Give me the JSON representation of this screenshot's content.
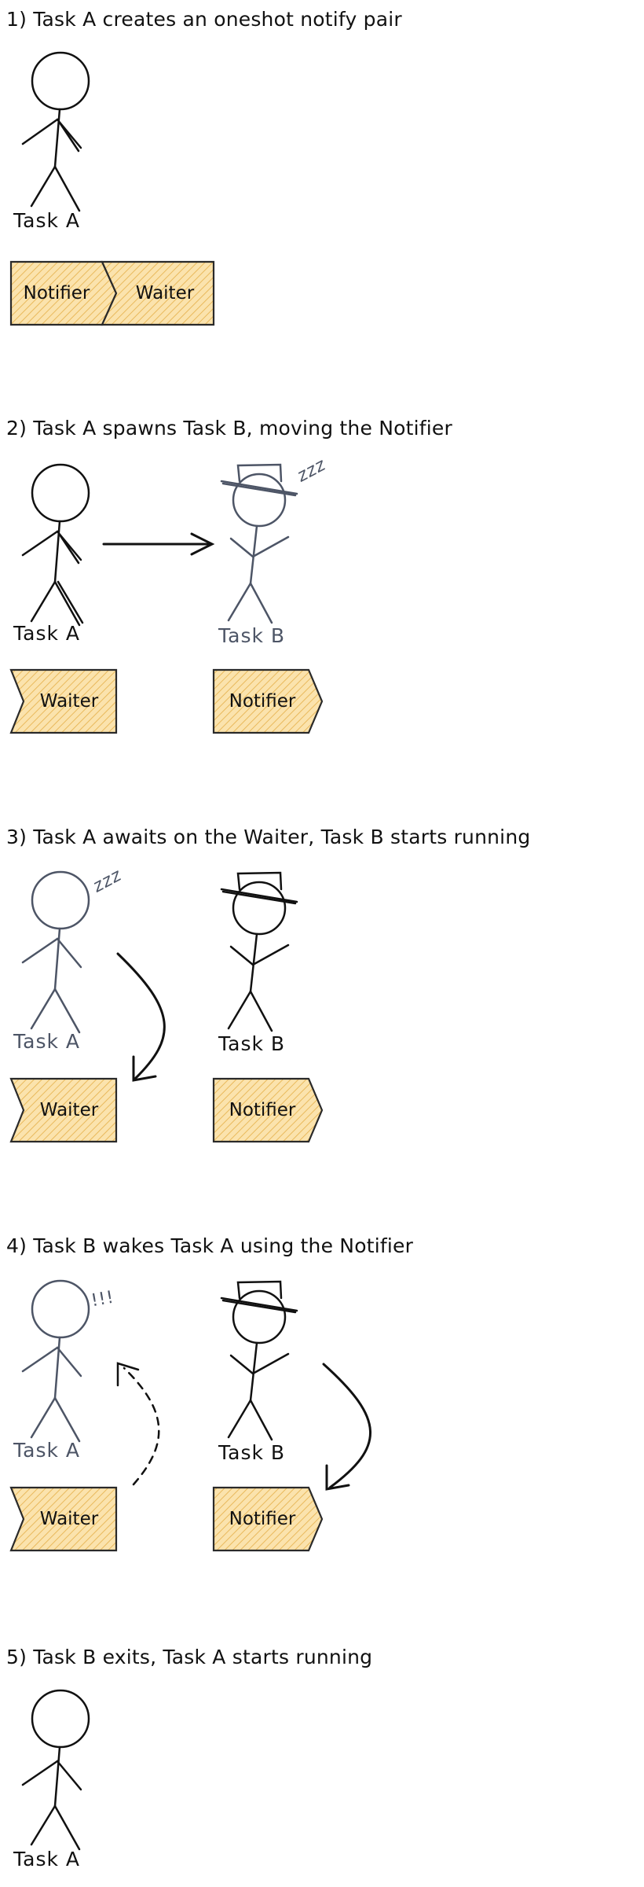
{
  "steps": [
    {
      "heading": "1) Task A creates an oneshot notify pair",
      "labels": {
        "task_a": "Task A",
        "notifier": "Notifier",
        "waiter": "Waiter"
      }
    },
    {
      "heading": "2) Task A spawns Task B, moving the Notifier",
      "labels": {
        "task_a": "Task A",
        "task_b": "Task B",
        "waiter": "Waiter",
        "notifier": "Notifier",
        "sleep": "zzz"
      }
    },
    {
      "heading": "3) Task A awaits on the Waiter, Task B starts running",
      "labels": {
        "task_a": "Task A",
        "task_b": "Task B",
        "waiter": "Waiter",
        "notifier": "Notifier",
        "sleep": "zzz"
      }
    },
    {
      "heading": "4) Task B wakes Task A using the Notifier",
      "labels": {
        "task_a": "Task A",
        "task_b": "Task B",
        "waiter": "Waiter",
        "notifier": "Notifier",
        "alert": "!!!"
      }
    },
    {
      "heading": "5) Task B exits, Task A starts running",
      "labels": {
        "task_a": "Task A"
      }
    }
  ],
  "colors": {
    "ink": "#111111",
    "sleeping_ink": "#4d5566",
    "box_fill": "#fbe3ad",
    "box_hatch": "#e9b95c",
    "box_stroke": "#2a2a2a"
  }
}
